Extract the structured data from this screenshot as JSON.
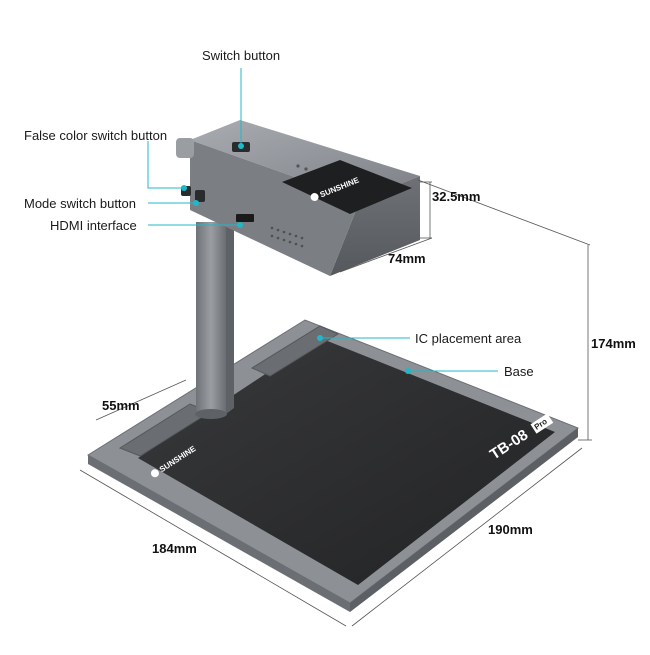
{
  "callouts": {
    "switch_button": "Switch button",
    "false_color_switch_button": "False color switch button",
    "mode_switch_button": "Mode switch button",
    "hdmi_interface": "HDMI interface",
    "ic_placement_area": "IC placement area",
    "base": "Base"
  },
  "dimensions": {
    "camera_height": "32.5mm",
    "camera_width": "74mm",
    "total_height": "174mm",
    "slot_width": "55mm",
    "base_width": "184mm",
    "base_depth": "190mm"
  },
  "branding": {
    "camera_logo": "SUNSHINE",
    "base_logo": "SUNSHINE",
    "model": "TB-08",
    "model_suffix": "Pro"
  },
  "colors": {
    "callout_accent": "#1fb8c8",
    "metal": "#8e9196",
    "mat": "#2b2c2e"
  }
}
